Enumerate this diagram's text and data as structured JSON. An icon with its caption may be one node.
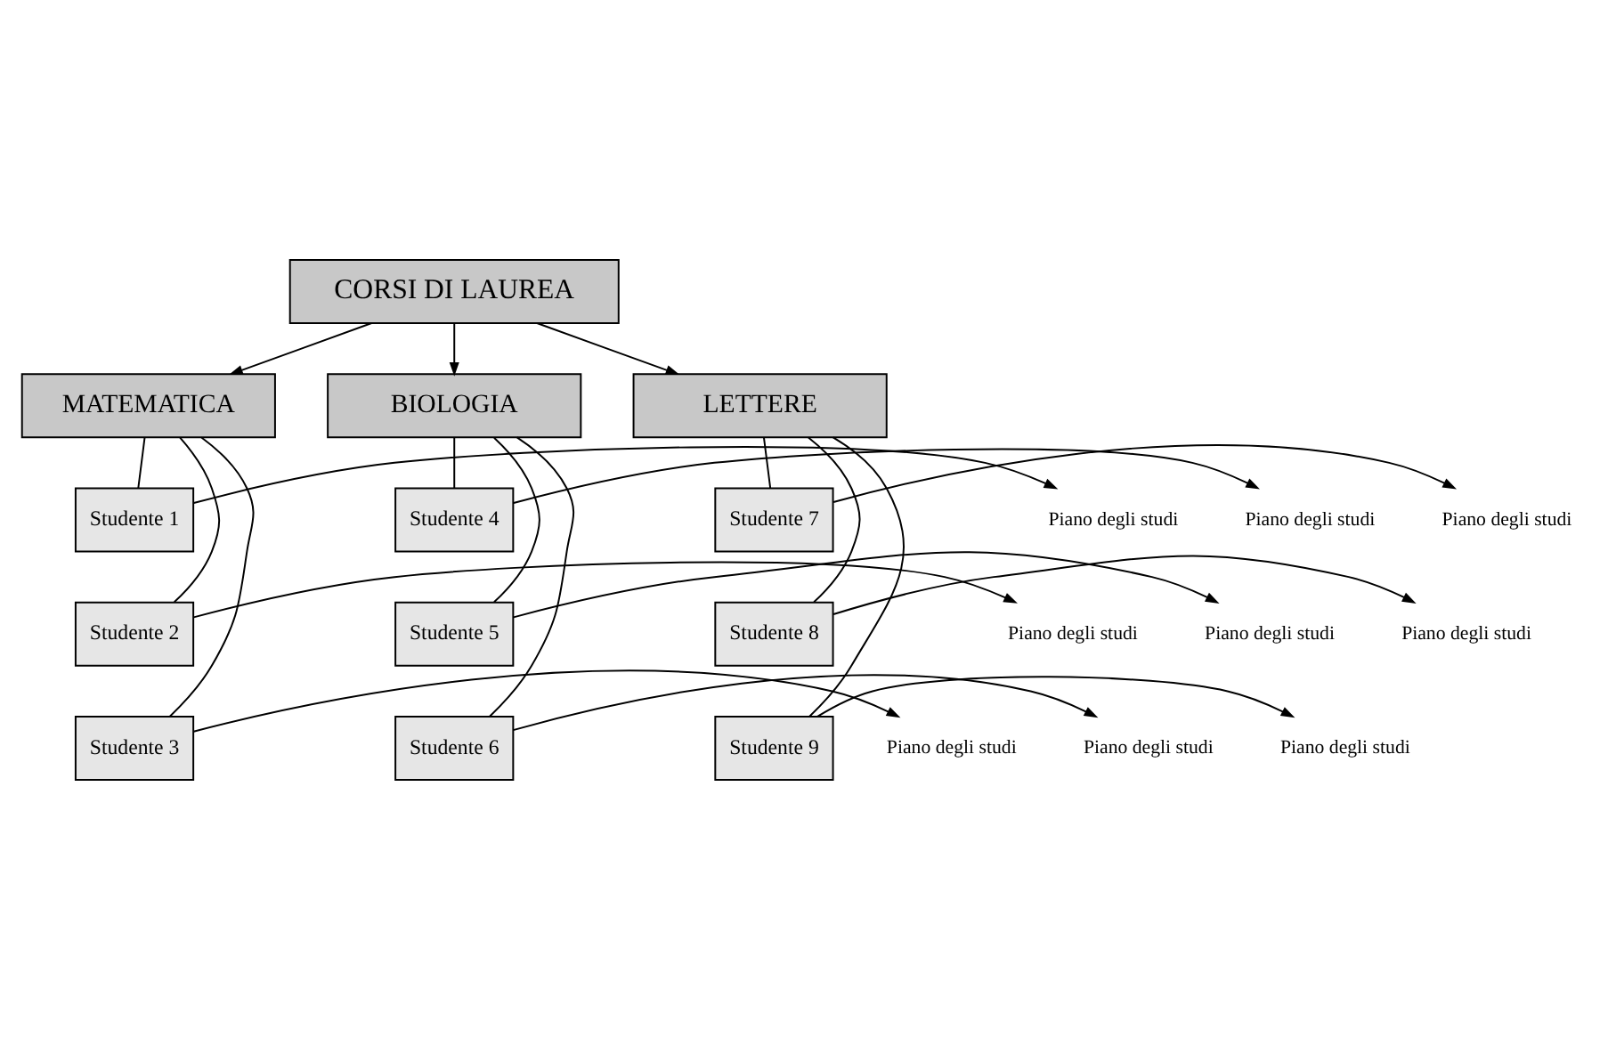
{
  "diagram": {
    "nodes": [
      {
        "text": [
          "CORSI DI LAUREA"
        ]
      },
      {
        "text": [
          "MATEMATICA"
        ]
      },
      {
        "text": [
          "BIOLOGIA"
        ]
      },
      {
        "text": [
          "LETTERE"
        ]
      },
      {
        "text": [
          "Studente 1"
        ]
      },
      {
        "text": [
          "Piano degli studi"
        ]
      },
      {
        "text": [
          "Studente 2"
        ]
      },
      {
        "text": [
          "Piano degli studi"
        ]
      },
      {
        "text": [
          "Studente 3"
        ]
      },
      {
        "text": [
          "Piano degli studi"
        ]
      },
      {
        "text": [
          "Studente 4"
        ]
      },
      {
        "text": [
          "Piano degli studi"
        ]
      },
      {
        "text": [
          "Studente 5"
        ]
      },
      {
        "text": [
          "Piano degli studi"
        ]
      },
      {
        "text": [
          "Studente 6"
        ]
      },
      {
        "text": [
          "Piano degli studi"
        ]
      },
      {
        "text": [
          "Studente 7"
        ]
      },
      {
        "text": [
          "Piano degli studi"
        ]
      },
      {
        "text": [
          "Studente 8"
        ]
      },
      {
        "text": [
          "Piano degli studi"
        ]
      },
      {
        "text": [
          "Studente 9"
        ]
      },
      {
        "text": [
          "Piano degli studi"
        ]
      }
    ],
    "edges": [
      {
        "from": 0,
        "to": 1,
        "arrow": "to"
      },
      {
        "from": 0,
        "to": 2,
        "arrow": "to"
      },
      {
        "from": 0,
        "to": 3,
        "arrow": "to"
      },
      {
        "from": 1,
        "to": 4,
        "arrow": "none"
      },
      {
        "from": 4,
        "to": 5,
        "arrow": "to"
      },
      {
        "from": 1,
        "to": 6,
        "arrow": "none"
      },
      {
        "from": 6,
        "to": 7,
        "arrow": "to"
      },
      {
        "from": 1,
        "to": 8,
        "arrow": "none"
      },
      {
        "from": 8,
        "to": 9,
        "arrow": "to"
      },
      {
        "from": 2,
        "to": 10,
        "arrow": "none"
      },
      {
        "from": 10,
        "to": 11,
        "arrow": "to"
      },
      {
        "from": 2,
        "to": 12,
        "arrow": "none"
      },
      {
        "from": 12,
        "to": 13,
        "arrow": "to"
      },
      {
        "from": 2,
        "to": 14,
        "arrow": "none"
      },
      {
        "from": 14,
        "to": 15,
        "arrow": "to"
      },
      {
        "from": 3,
        "to": 16,
        "arrow": "none"
      },
      {
        "from": 16,
        "to": 17,
        "arrow": "to"
      },
      {
        "from": 3,
        "to": 18,
        "arrow": "none"
      },
      {
        "from": 18,
        "to": 19,
        "arrow": "to"
      },
      {
        "from": 3,
        "to": 20,
        "arrow": "none"
      },
      {
        "from": 20,
        "to": 21,
        "arrow": "to"
      }
    ]
  }
}
